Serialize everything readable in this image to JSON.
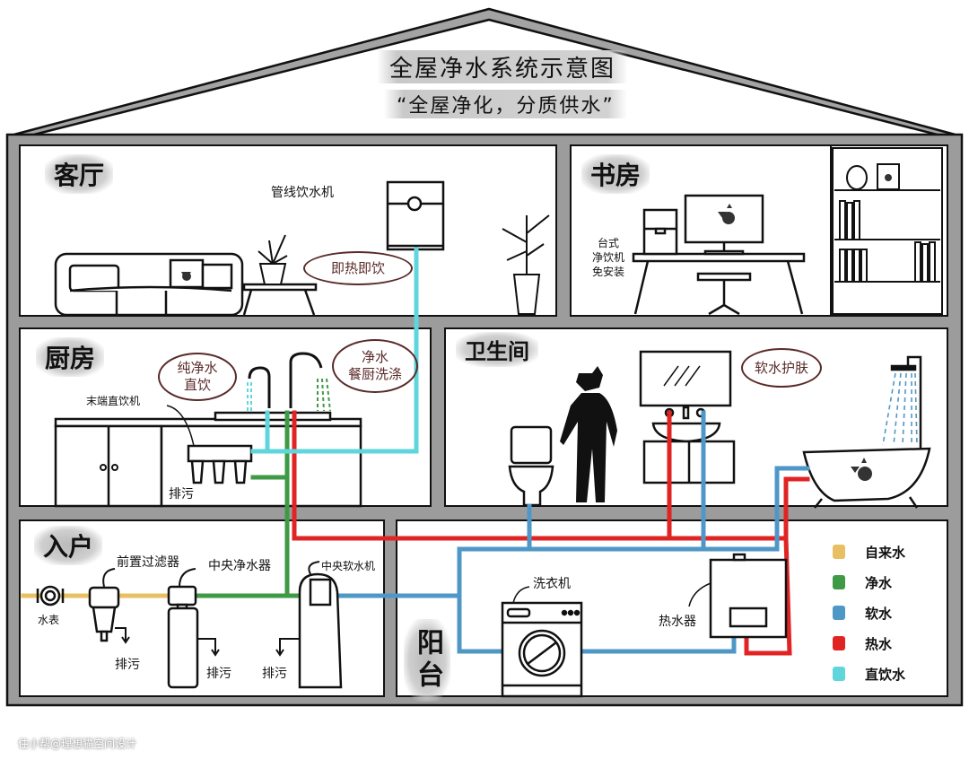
{
  "title": {
    "main": "全屋净水系统示意图",
    "subtitle": "“全屋净化，分质供水”"
  },
  "rooms": {
    "living_room": "客厅",
    "study": "书房",
    "kitchen": "厨房",
    "bathroom": "卫生间",
    "entrance": "入户",
    "balcony": "阳台"
  },
  "annotations": {
    "pipeline_dispenser": "管线饮水机",
    "instant_hot": "即热即饮",
    "desktop_purifier_line1": "台式",
    "desktop_purifier_line2": "净饮机",
    "desktop_purifier_line3": "免安装",
    "pure_water_line1": "纯净水",
    "pure_water_line2": "直饮",
    "clean_water_line1": "净水",
    "clean_water_line2": "餐厨洗涤",
    "terminal_dispenser": "末端直饮机",
    "drain_kitchen": "排污",
    "soft_water_skin": "软水护肤",
    "pre_filter": "前置过滤器",
    "central_purifier": "中央净水器",
    "central_softener": "中央软水机",
    "water_meter": "水表",
    "drain_1": "排污",
    "drain_2": "排污",
    "drain_3": "排污",
    "washing_machine": "洗衣机",
    "water_heater": "热水器"
  },
  "legend": [
    {
      "label": "自来水",
      "color": "#e8c063"
    },
    {
      "label": "净水",
      "color": "#3f9a45"
    },
    {
      "label": "软水",
      "color": "#4f97c7"
    },
    {
      "label": "热水",
      "color": "#e02424"
    },
    {
      "label": "直饮水",
      "color": "#5fd6dc"
    }
  ],
  "colors": {
    "tap": "#e8c063",
    "clean": "#3f9a45",
    "soft": "#4f97c7",
    "hot": "#e02424",
    "drink": "#5fd6dc",
    "wall": "#9a9a9a",
    "bubble": "#5a2a2a"
  },
  "watermark": "住小帮@理想猫空间设计"
}
